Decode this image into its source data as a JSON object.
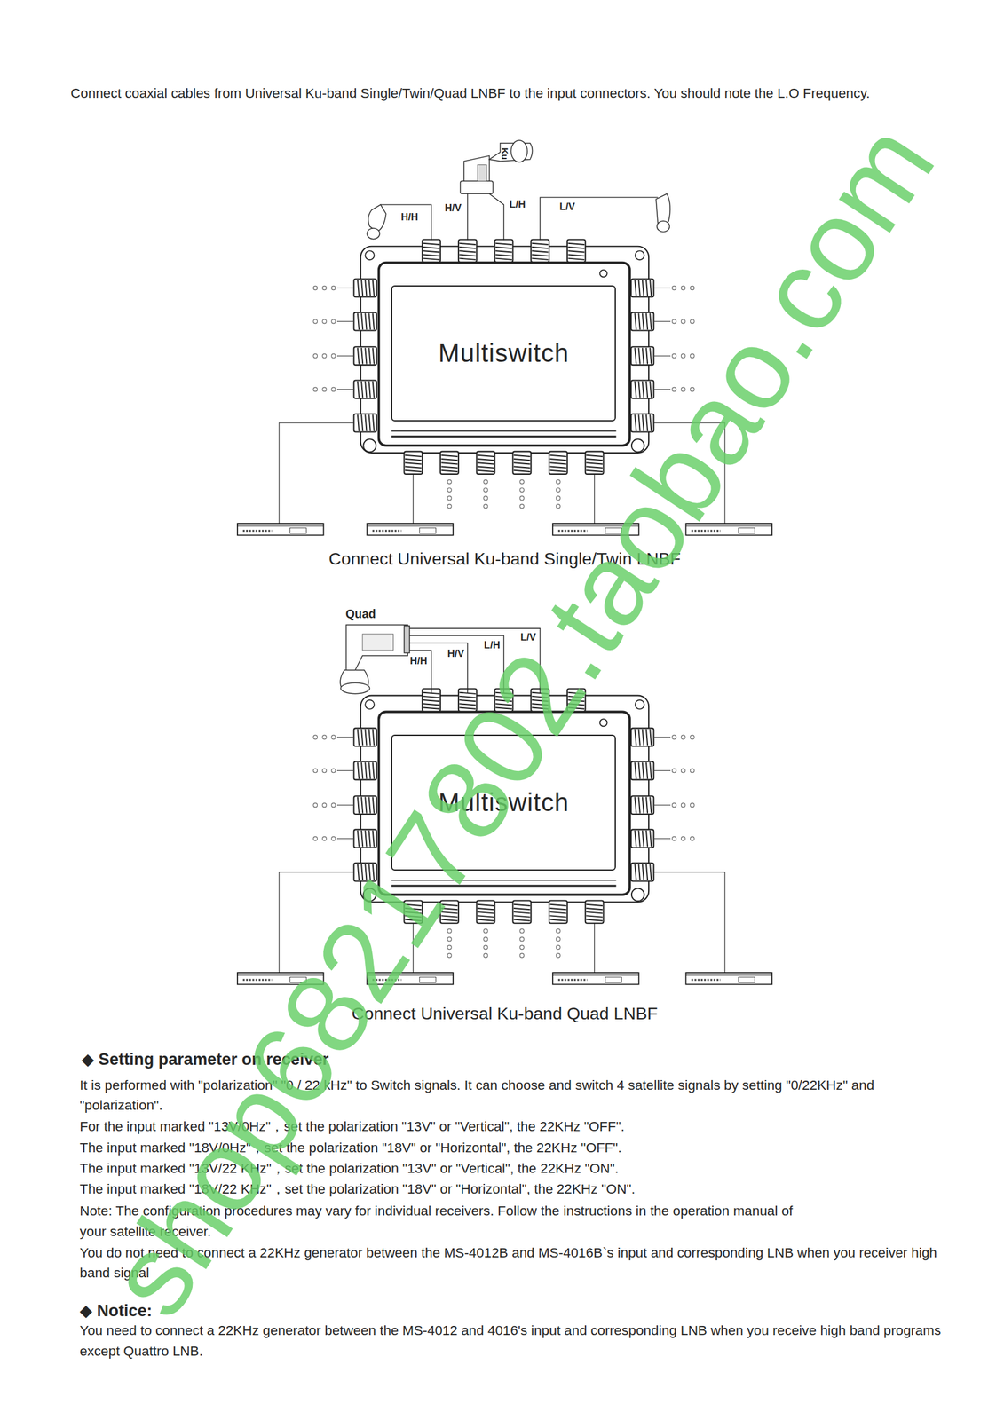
{
  "diagram": {
    "nodes": [
      {
        "text": [
          "Multiswitch"
        ]
      },
      {
        "text": [
          "Multiswitch"
        ]
      }
    ],
    "labels": [
      "Connect coaxial cables from Universal Ku-band Single/Twin/Quad LNBF to the input connectors. You should note the L.O Frequency.",
      "Ku",
      "H/H",
      "H/V",
      "L/H",
      "L/V",
      "Connect Universal Ku-band Single/Twin LNBF",
      "Quad",
      "L/V",
      "L/H",
      "H/V",
      "H/H",
      "Connect Universal Ku-band Quad LNBF",
      "◆ Setting parameter on receiver",
      "It is performed with \"polarization\" \"0 / 22 kHz\" to Switch signals. It can choose and switch 4 satellite signals by setting \"0/22KHz\" and \"polarization\".",
      "For the input marked \"13V/0Hz\"，set the polarization \"13V\" or \"Vertical\", the 22KHz \"OFF\".",
      "The input marked \"18V/0Hz\"，set the polarization \"18V\" or \"Horizontal\", the 22KHz \"OFF\".",
      "The input marked \"13V/22 KHz\"，set the polarization \"13V\" or \"Vertical\", the 22KHz \"ON\".",
      "The input marked \"18V/22 KHz\"，set the polarization \"18V\" or \"Horizontal\", the 22KHz \"ON\".",
      "Note: The configuration procedures may vary for individual receivers. Follow the instructions in the operation manual of your satellite receiver.",
      "You do not need to connect a 22KHz generator between the MS-4012B and MS-4016B`s input and corresponding LNB when you receiver high band signal",
      "◆ Notice:",
      "You need to connect a 22KHz generator between the MS-4012 and 4016's input and corresponding LNB when you receive high band programs except Quattro LNB.",
      "shop68217802.taobao.com"
    ]
  }
}
